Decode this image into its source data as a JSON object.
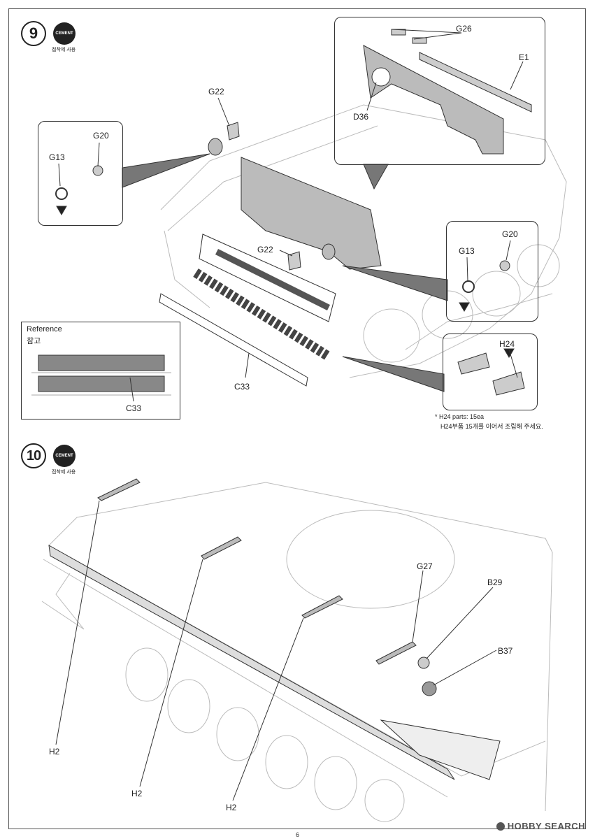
{
  "steps": [
    {
      "number": "9",
      "cement_label": "CEMENT",
      "cement_ko": "접착제 사용"
    },
    {
      "number": "10",
      "cement_label": "CEMENT",
      "cement_ko": "접착제 사용"
    }
  ],
  "step9": {
    "parts": {
      "g26": "G26",
      "e1": "E1",
      "d36": "D36",
      "g22_top": "G22",
      "g22_mid": "G22",
      "g20_left": "G20",
      "g13_left": "G13",
      "g20_right": "G20",
      "g13_right": "G13",
      "h24": "H24",
      "c33_main": "C33",
      "c33_ref": "C33"
    },
    "reference": {
      "title": "Reference",
      "title_ko": "참고"
    },
    "note": {
      "line1": "* H24 parts: 15ea",
      "line2": "H24부품 15개를 이어서 조립해 주세요."
    }
  },
  "step10": {
    "parts": {
      "g27": "G27",
      "b29": "B29",
      "b37": "B37",
      "h2_a": "H2",
      "h2_b": "H2",
      "h2_c": "H2"
    }
  },
  "page_number": "6",
  "watermark": "HOBBY SEARCH"
}
